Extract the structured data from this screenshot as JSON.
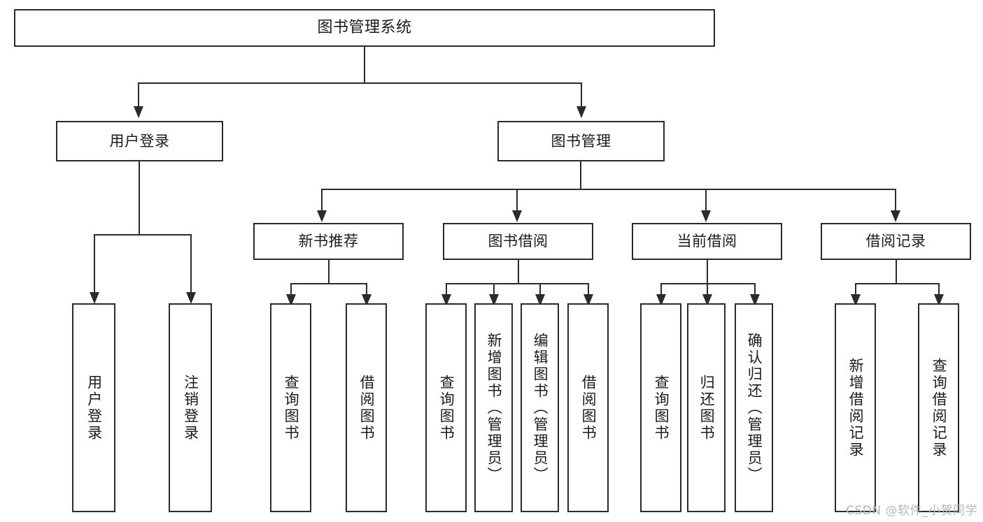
{
  "diagram": {
    "type": "tree-hierarchy",
    "title": "图书管理系统",
    "root": {
      "id": "root",
      "label": "图书管理系统"
    },
    "level2": [
      {
        "id": "user-login",
        "label": "用户登录"
      },
      {
        "id": "book-management",
        "label": "图书管理"
      }
    ],
    "level3": [
      {
        "id": "new-book-recommend",
        "label": "新书推荐",
        "parent": "book-management"
      },
      {
        "id": "book-borrow",
        "label": "图书借阅",
        "parent": "book-management"
      },
      {
        "id": "current-borrow",
        "label": "当前借阅",
        "parent": "book-management"
      },
      {
        "id": "borrow-record",
        "label": "借阅记录",
        "parent": "book-management"
      }
    ],
    "leaves": [
      {
        "id": "leaf-user-login",
        "label": "用户登录",
        "parent": "user-login"
      },
      {
        "id": "leaf-user-logout",
        "label": "注销登录",
        "parent": "user-login"
      },
      {
        "id": "leaf-query-book-1",
        "label": "查询图书",
        "parent": "new-book-recommend"
      },
      {
        "id": "leaf-borrow-book-1",
        "label": "借阅图书",
        "parent": "new-book-recommend"
      },
      {
        "id": "leaf-query-book-2",
        "label": "查询图书",
        "parent": "book-borrow"
      },
      {
        "id": "leaf-add-book",
        "label": "新增图书（管理员）",
        "parent": "book-borrow"
      },
      {
        "id": "leaf-edit-book",
        "label": "编辑图书（管理员）",
        "parent": "book-borrow"
      },
      {
        "id": "leaf-borrow-book-2",
        "label": "借阅图书",
        "parent": "book-borrow"
      },
      {
        "id": "leaf-query-book-3",
        "label": "查询图书",
        "parent": "current-borrow"
      },
      {
        "id": "leaf-return-book",
        "label": "归还图书",
        "parent": "current-borrow"
      },
      {
        "id": "leaf-confirm-return",
        "label": "确认归还（管理员）",
        "parent": "current-borrow"
      },
      {
        "id": "leaf-add-record",
        "label": "新增借阅记录",
        "parent": "borrow-record"
      },
      {
        "id": "leaf-query-record",
        "label": "查询借阅记录",
        "parent": "borrow-record"
      }
    ]
  },
  "watermark": {
    "text": "CSDN @软件_小贺同学"
  },
  "colors": {
    "stroke": "#2b2b2b",
    "text": "#1b1b1b",
    "background": "#ffffff",
    "watermark": "#b6b6b6"
  }
}
